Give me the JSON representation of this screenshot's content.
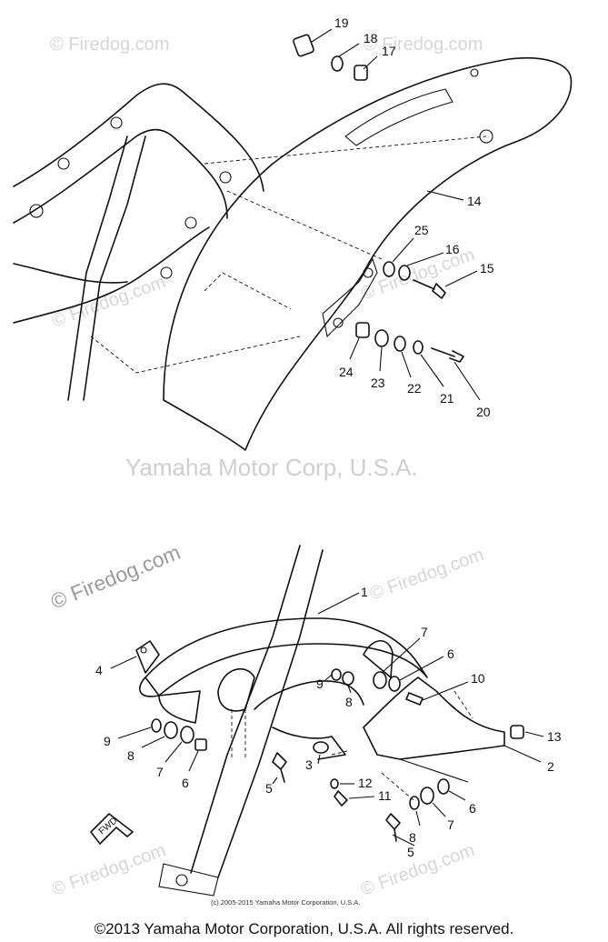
{
  "brand_watermark": "Yamaha Motor Corp, U.S.A.",
  "site_watermark": "© Firedog.com",
  "small_copyright": "(c) 2005-2015 Yamaha Motor Corporation, U.S.A.",
  "footer": "©2013 Yamaha Motor Corporation, U.S.A. All rights reserved.",
  "fwd_label": "FWD",
  "callouts": {
    "c1": "1",
    "c2": "2",
    "c3": "3",
    "c4": "4",
    "c5a": "5",
    "c5b": "5",
    "c6a": "6",
    "c6b": "6",
    "c6c": "6",
    "c7a": "7",
    "c7b": "7",
    "c7c": "7",
    "c8a": "8",
    "c8b": "8",
    "c8c": "8",
    "c9a": "9",
    "c9b": "9",
    "c10": "10",
    "c11": "11",
    "c12": "12",
    "c13": "13",
    "c14": "14",
    "c15": "15",
    "c16": "16",
    "c17": "17",
    "c18": "18",
    "c19": "19",
    "c20": "20",
    "c21": "21",
    "c22": "22",
    "c23": "23",
    "c24": "24",
    "c25": "25"
  }
}
